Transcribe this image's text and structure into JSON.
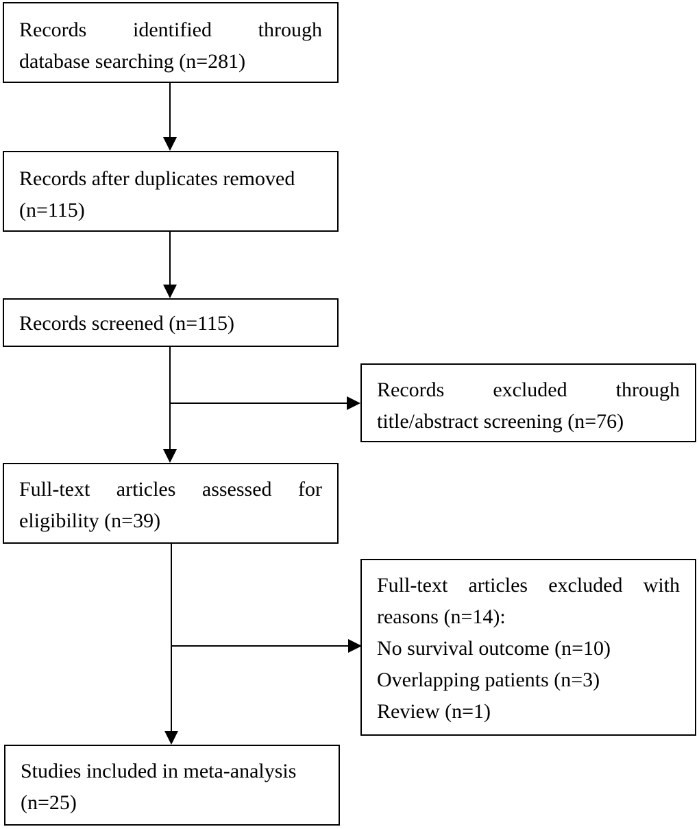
{
  "flow": {
    "identified": {
      "line1": "Records identified through",
      "line2": "database searching (n=281)"
    },
    "deduplicated": {
      "line1": "Records after duplicates removed",
      "line2": "(n=115)"
    },
    "screened": {
      "line1": "Records screened (n=115)"
    },
    "excluded_title": {
      "line1": "Records excluded through",
      "line2": "title/abstract screening (n=76)"
    },
    "fulltext": {
      "line1": "Full-text articles assessed for",
      "line2": "eligibility (n=39)"
    },
    "excluded_fulltext": {
      "line1": "Full-text articles excluded with",
      "line2": "reasons (n=14):",
      "line3": "No survival outcome (n=10)",
      "line4": "Overlapping patients (n=3)",
      "line5": "Review (n=1)"
    },
    "included": {
      "line1": "Studies included in meta-analysis",
      "line2": "(n=25)"
    }
  }
}
